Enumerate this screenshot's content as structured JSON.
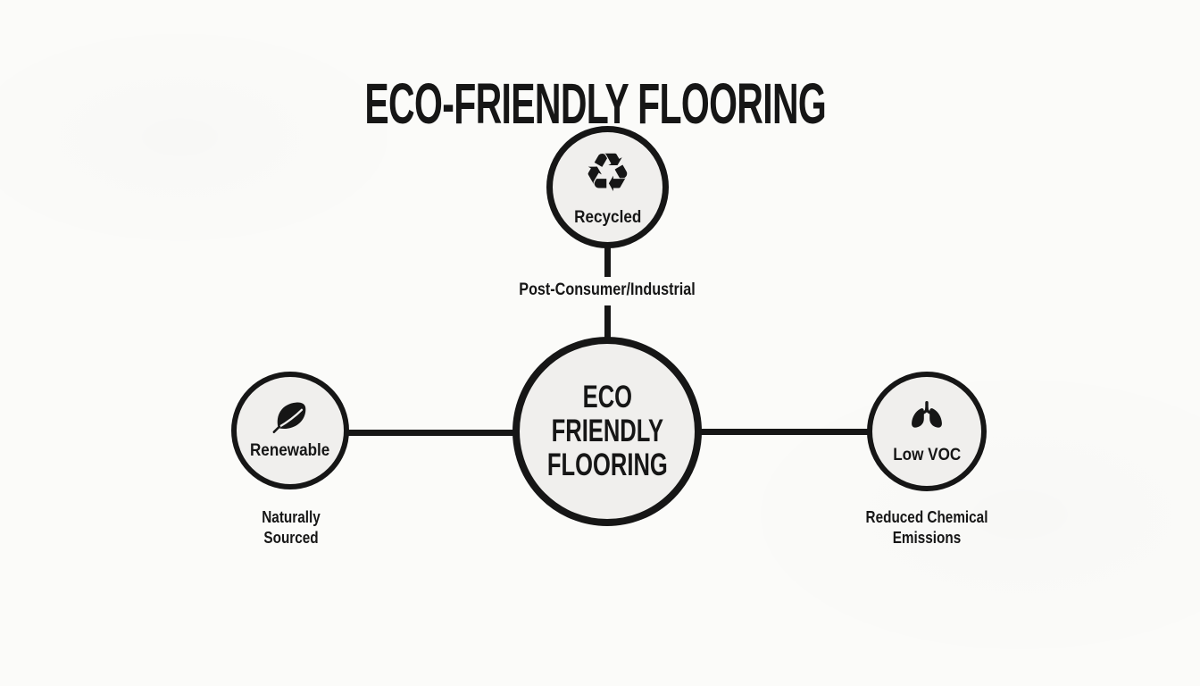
{
  "title": "ECO-FRIENDLY FLOORING",
  "colors": {
    "background": "#fbfbf9",
    "node_fill": "#f0efed",
    "stroke": "#161616",
    "text": "#161616"
  },
  "icons": {
    "recycle_glyph": "♻"
  },
  "center_node": {
    "label": "ECO\nFRIENDLY\nFLOORING"
  },
  "nodes": {
    "recycled": {
      "label": "Recycled",
      "edge_label": "Post-Consumer/Industrial"
    },
    "renewable": {
      "label": "Renewable",
      "caption": "Naturally\nSourced"
    },
    "low_voc": {
      "label": "Low VOC",
      "caption": "Reduced Chemical\nEmissions"
    }
  }
}
